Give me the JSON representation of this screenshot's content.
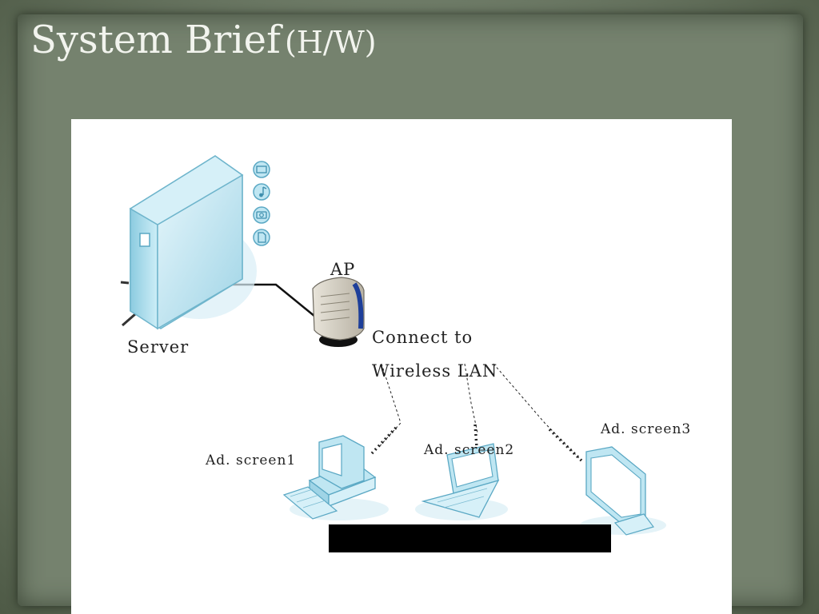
{
  "slide": {
    "title_main": "System Brief",
    "title_sub": "(H/W)"
  },
  "diagram": {
    "server_label": "Server",
    "ap_label": "AP",
    "connect_line1": "Connect to",
    "connect_line2": "Wireless LAN",
    "screen1_label": "Ad. screen1",
    "screen2_label": "Ad. screen2",
    "screen3_label": "Ad. screen3"
  },
  "icons": {
    "server": "server-tower-icon",
    "folder": "folder-icon",
    "music": "music-note-icon",
    "camera": "camera-icon",
    "document": "document-icon",
    "ap": "wireless-access-point-icon",
    "desktop": "desktop-computer-icon",
    "laptop": "laptop-icon",
    "monitor": "monitor-icon"
  },
  "colors": {
    "device_fill": "#bfe6f2",
    "device_stroke": "#5aa8c4",
    "slide_bg": "#75826e"
  }
}
